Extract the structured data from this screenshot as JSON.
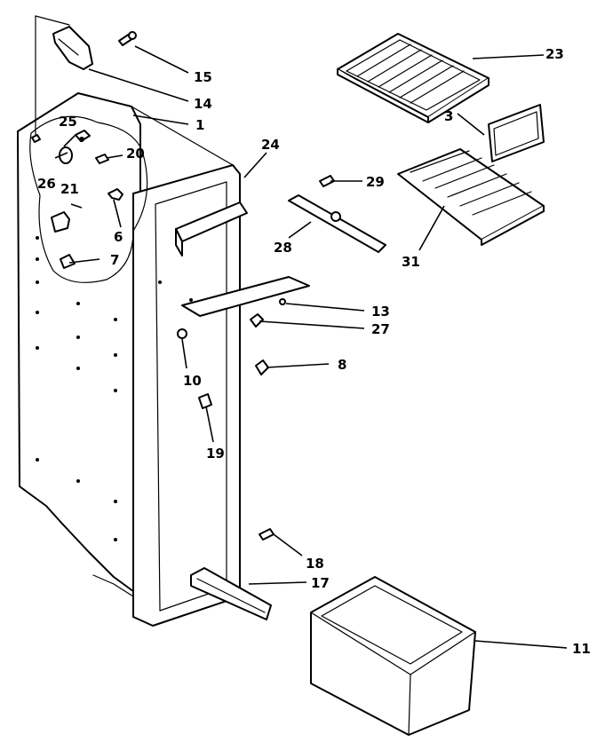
{
  "diagram": {
    "callouts": [
      {
        "id": "15",
        "label": "15"
      },
      {
        "id": "14",
        "label": "14"
      },
      {
        "id": "1",
        "label": "1"
      },
      {
        "id": "25",
        "label": "25"
      },
      {
        "id": "20",
        "label": "20"
      },
      {
        "id": "26",
        "label": "26"
      },
      {
        "id": "21",
        "label": "21"
      },
      {
        "id": "6",
        "label": "6"
      },
      {
        "id": "7",
        "label": "7"
      },
      {
        "id": "24",
        "label": "24"
      },
      {
        "id": "23",
        "label": "23"
      },
      {
        "id": "3",
        "label": "3"
      },
      {
        "id": "29",
        "label": "29"
      },
      {
        "id": "28",
        "label": "28"
      },
      {
        "id": "31",
        "label": "31"
      },
      {
        "id": "13",
        "label": "13"
      },
      {
        "id": "27",
        "label": "27"
      },
      {
        "id": "8",
        "label": "8"
      },
      {
        "id": "10",
        "label": "10"
      },
      {
        "id": "19",
        "label": "19"
      },
      {
        "id": "18",
        "label": "18"
      },
      {
        "id": "17",
        "label": "17"
      },
      {
        "id": "11",
        "label": "11"
      }
    ]
  }
}
